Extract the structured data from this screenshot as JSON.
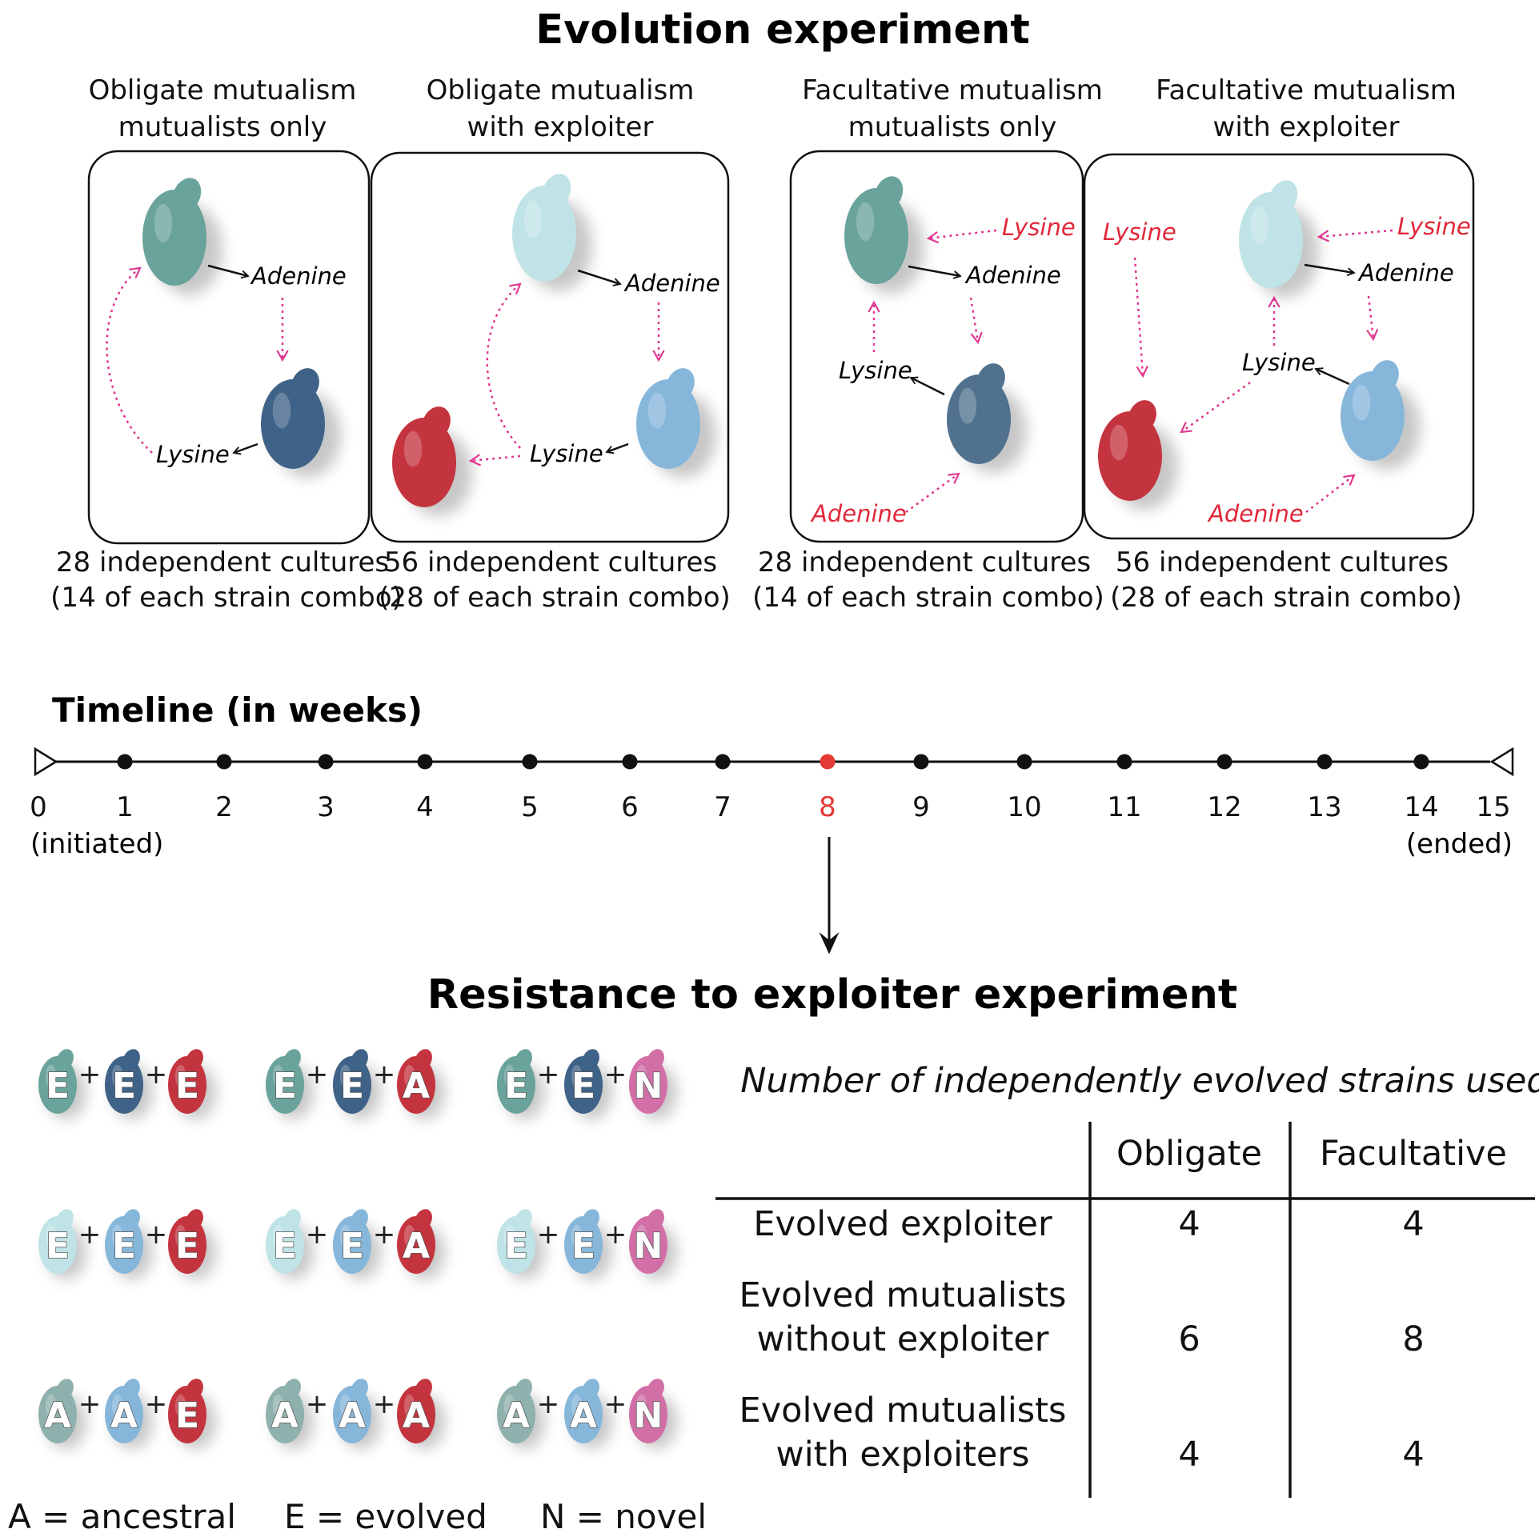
{
  "colors": {
    "teal": "#6aa39b",
    "navy": "#3f6288",
    "slate": "#51728f",
    "pale": "#bfe3e6",
    "sky": "#86b7db",
    "red": "#c4343f",
    "pink": "#d26fa7",
    "greyteal": "#8fb1ad",
    "magenta": "#e0358f",
    "label_red": "#e0283a",
    "timeline_red": "#e53935"
  },
  "titles": {
    "evolution": "Evolution experiment",
    "timeline": "Timeline (in weeks)",
    "resistance": "Resistance to exploiter experiment"
  },
  "panels": [
    {
      "title_lines": [
        "Obligate mutualism",
        "mutualists only"
      ],
      "caption_lines": [
        "28 independent cultures",
        "(14 of each strain combo)"
      ]
    },
    {
      "title_lines": [
        "Obligate mutualism",
        "with exploiter"
      ],
      "caption_lines": [
        "56 independent cultures",
        "(28 of each strain combo)"
      ]
    },
    {
      "title_lines": [
        "Facultative mutualism",
        "mutualists only"
      ],
      "caption_lines": [
        "28 independent cultures",
        "(14 of each strain combo)"
      ]
    },
    {
      "title_lines": [
        "Facultative mutualism",
        "with exploiter"
      ],
      "caption_lines": [
        "56 independent cultures",
        "(28 of each strain combo)"
      ]
    }
  ],
  "metabolites": {
    "adenine": "Adenine",
    "lysine": "Lysine"
  },
  "timeline": {
    "ticks": [
      "0",
      "1",
      "2",
      "3",
      "4",
      "5",
      "6",
      "7",
      "8",
      "9",
      "10",
      "11",
      "12",
      "13",
      "14",
      "15"
    ],
    "highlight_week": 8,
    "start_note": "(initiated)",
    "end_note": "(ended)"
  },
  "combos": [
    [
      "E",
      "E",
      "E"
    ],
    [
      "E",
      "E",
      "A"
    ],
    [
      "E",
      "E",
      "N"
    ],
    [
      "E",
      "E",
      "E"
    ],
    [
      "E",
      "E",
      "A"
    ],
    [
      "E",
      "E",
      "N"
    ],
    [
      "A",
      "A",
      "E"
    ],
    [
      "A",
      "A",
      "A"
    ],
    [
      "A",
      "A",
      "N"
    ]
  ],
  "legend": [
    "A = ancestral",
    "E = evolved",
    "N = novel"
  ],
  "table": {
    "caption": "Number of independently evolved strains used",
    "headers": [
      "Obligate",
      "Facultative"
    ],
    "rows": [
      {
        "label_lines": [
          "Evolved exploiter"
        ],
        "obligate": "4",
        "facultative": "4"
      },
      {
        "label_lines": [
          "Evolved mutualists",
          "without exploiter"
        ],
        "obligate": "6",
        "facultative": "8"
      },
      {
        "label_lines": [
          "Evolved mutualists",
          "with exploiters"
        ],
        "obligate": "4",
        "facultative": "4"
      }
    ]
  }
}
